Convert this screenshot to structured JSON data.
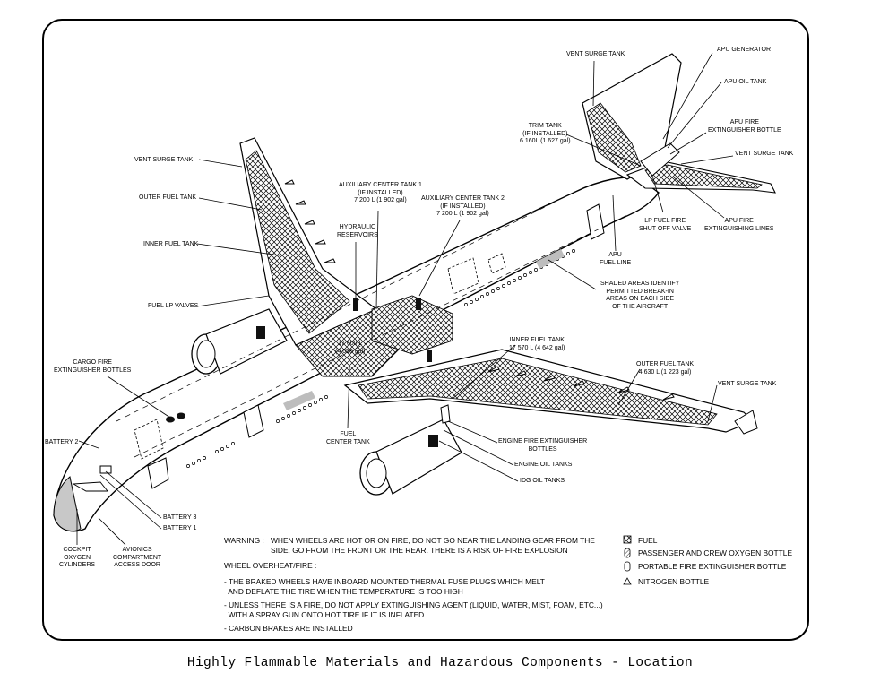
{
  "caption": "Highly Flammable Materials and Hazardous Components - Location",
  "labels": {
    "vent_surge_tank_left": "VENT SURGE TANK",
    "outer_fuel_tank_left": "OUTER FUEL TANK",
    "inner_fuel_tank_left": "INNER FUEL TANK",
    "fuel_lp_valves": "FUEL LP VALVES",
    "cargo_fire_bottles": "CARGO FIRE\nEXTINGUISHER BOTTLES",
    "battery_2": "BATTERY 2",
    "battery_3": "BATTERY 3",
    "battery_1": "BATTERY 1",
    "cockpit_oxygen": "COCKPIT\nOXYGEN\nCYLINDERS",
    "avionics_door": "AVIONICS\nCOMPARTMENT\nACCESS DOOR",
    "hydraulic_reservoirs": "HYDRAULIC\nRESERVOIRS",
    "aux_center_tank_1": "AUXILIARY CENTER TANK 1\n(IF INSTALLED)\n7 200 L (1 902 gal)",
    "aux_center_tank_2": "AUXILIARY CENTER TANK 2\n(IF INSTALLED)\n7 200 L (1 902 gal)",
    "center_tank_capacity": "17 600 L\n(4 650 gal)",
    "fuel_center_tank": "FUEL\nCENTER TANK",
    "vent_surge_tank_tail": "VENT SURGE TANK",
    "apu_generator": "APU GENERATOR",
    "apu_oil_tank": "APU OIL TANK",
    "trim_tank": "TRIM TANK\n(IF INSTALLED)\n6 160L (1 627 gal)",
    "apu_fire_bottle": "APU FIRE\nEXTINGUISHER BOTTLE",
    "vent_surge_tank_stab": "VENT SURGE TANK",
    "lp_fuel_fire_valve": "LP FUEL FIRE\nSHUT OFF VALVE",
    "apu_fire_lines": "APU FIRE\nEXTINGUISHING LINES",
    "apu_fuel_line": "APU\nFUEL LINE",
    "shaded_areas": "SHADED AREAS IDENTIFY\nPERMITTED BREAK-IN\nAREAS ON EACH SIDE\nOF THE AIRCRAFT",
    "inner_fuel_tank_right": "INNER FUEL TANK\n17 570 L (4 642 gal)",
    "outer_fuel_tank_right": "OUTER FUEL TANK\n4 630 L (1 223 gal)",
    "vent_surge_tank_right": "VENT SURGE TANK",
    "engine_fire_bottles": "ENGINE FIRE EXTINGUISHER\nBOTTLES",
    "engine_oil_tanks": "ENGINE OIL TANKS",
    "idg_oil_tanks": "IDG OIL TANKS"
  },
  "notes": {
    "warning_label": "WARNING :",
    "warning_text": "WHEN WHEELS ARE HOT OR ON FIRE, DO NOT GO NEAR THE LANDING GEAR FROM THE\nSIDE, GO FROM THE FRONT OR THE REAR. THERE IS A RISK OF FIRE EXPLOSION",
    "overheat_title": "WHEEL OVERHEAT/FIRE :",
    "bullet_1": "- THE BRAKED WHEELS HAVE INBOARD MOUNTED THERMAL FUSE PLUGS WHICH MELT\n  AND DEFLATE THE TIRE WHEN THE TEMPERATURE IS TOO HIGH",
    "bullet_2": "- UNLESS THERE IS A FIRE, DO NOT APPLY EXTINGUISHING AGENT (LIQUID, WATER, MIST, FOAM, ETC...)\n  WITH A SPRAY GUN ONTO HOT TIRE IF IT IS INFLATED",
    "bullet_3": "- CARBON BRAKES ARE INSTALLED"
  },
  "legend": [
    {
      "icon": "fuel-icon",
      "label": "FUEL"
    },
    {
      "icon": "oxygen-bottle-icon",
      "label": "PASSENGER AND CREW OXYGEN BOTTLE"
    },
    {
      "icon": "portable-extinguisher-icon",
      "label": "PORTABLE FIRE EXTINGUISHER BOTTLE"
    },
    {
      "icon": "nitrogen-bottle-icon",
      "label": "NITROGEN BOTTLE"
    }
  ]
}
